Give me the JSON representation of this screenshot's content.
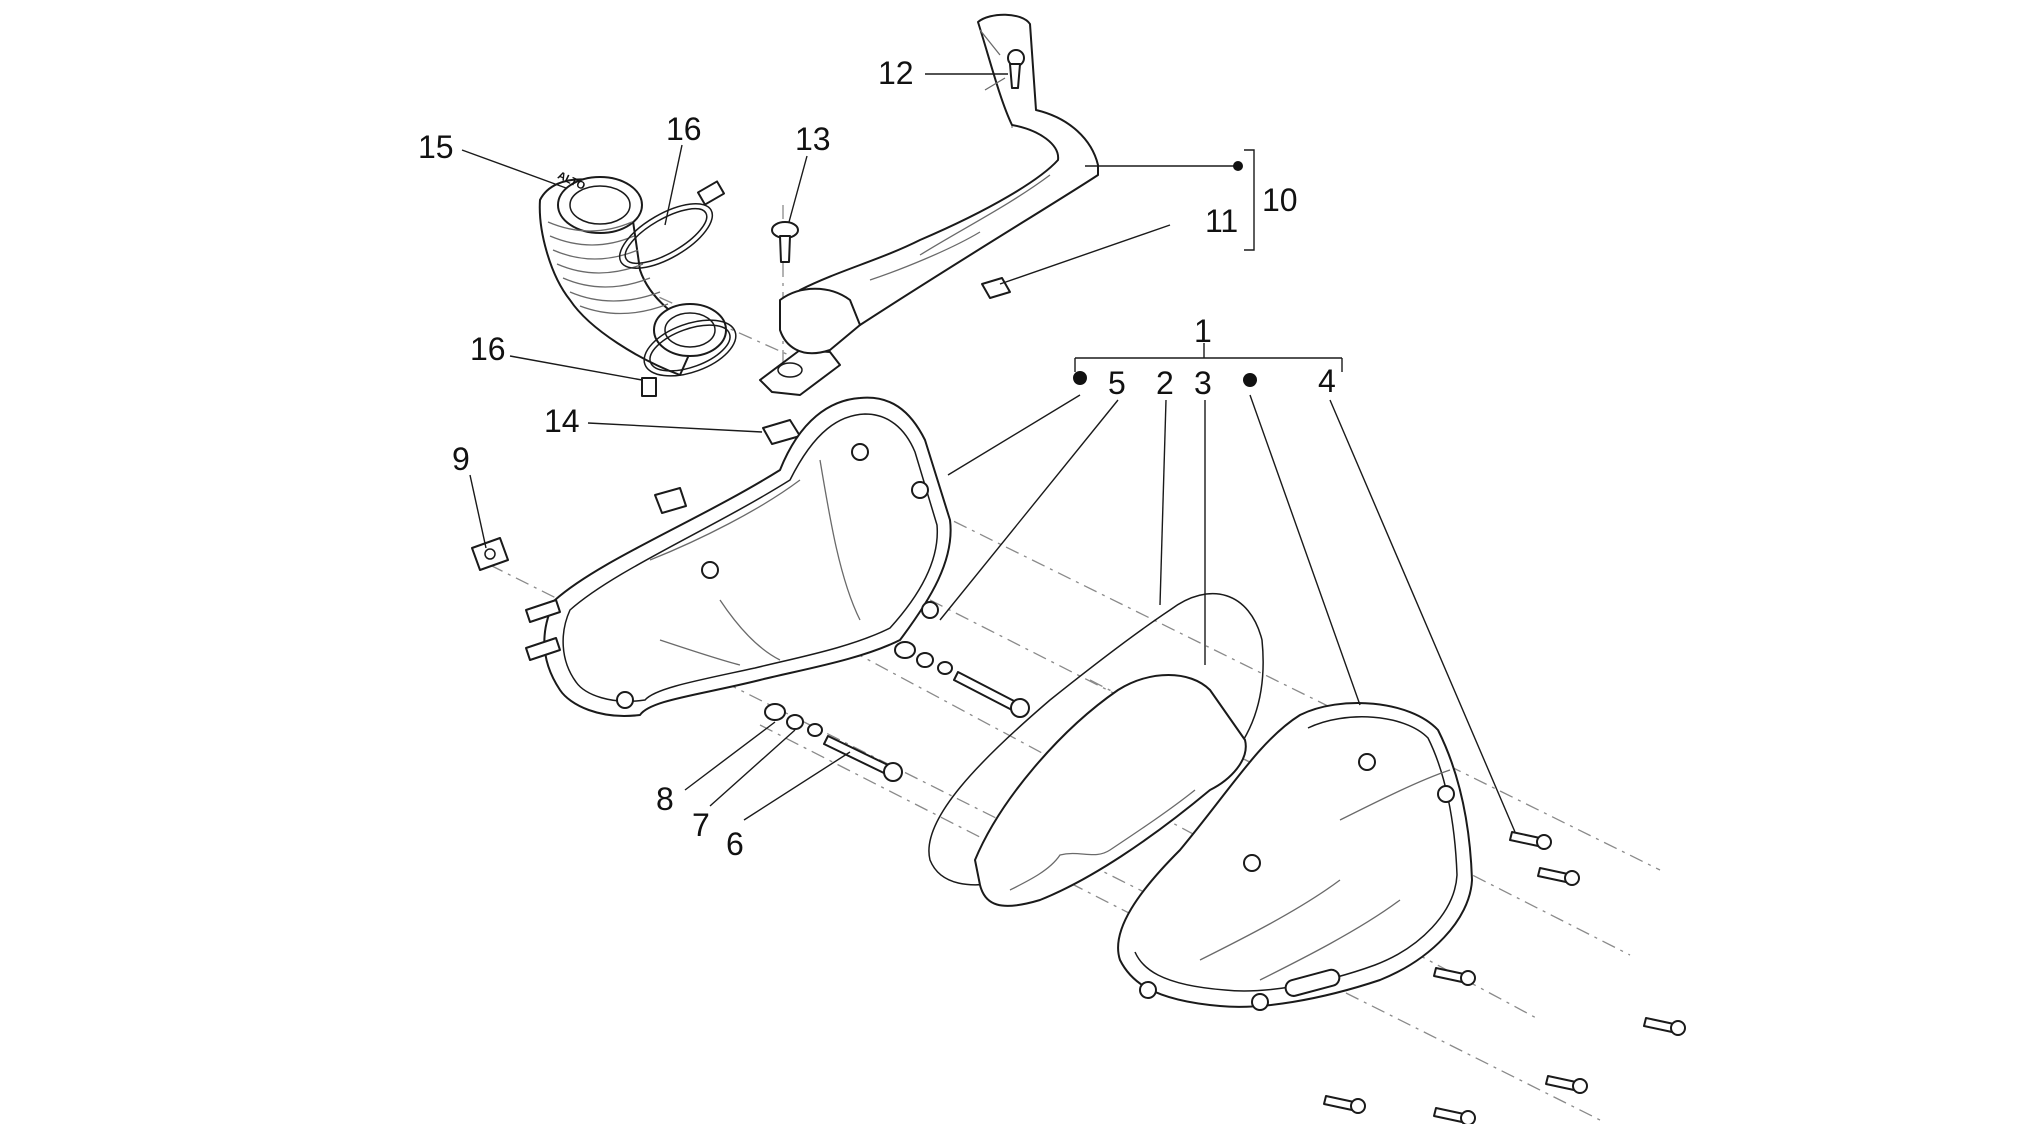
{
  "labels": {
    "n1": "1",
    "n2": "2",
    "n3": "3",
    "n4": "4",
    "n5": "5",
    "n6": "6",
    "n7": "7",
    "n8": "8",
    "n9": "9",
    "n10": "10",
    "n11": "11",
    "n12": "12",
    "n13": "13",
    "n14": "14",
    "n15": "15",
    "n16a": "16",
    "n16b": "16"
  },
  "stamp_text": "ALTO",
  "colors": {
    "line": "#1a1a1a",
    "background": "#ffffff",
    "centerline": "#8a8a8a"
  }
}
